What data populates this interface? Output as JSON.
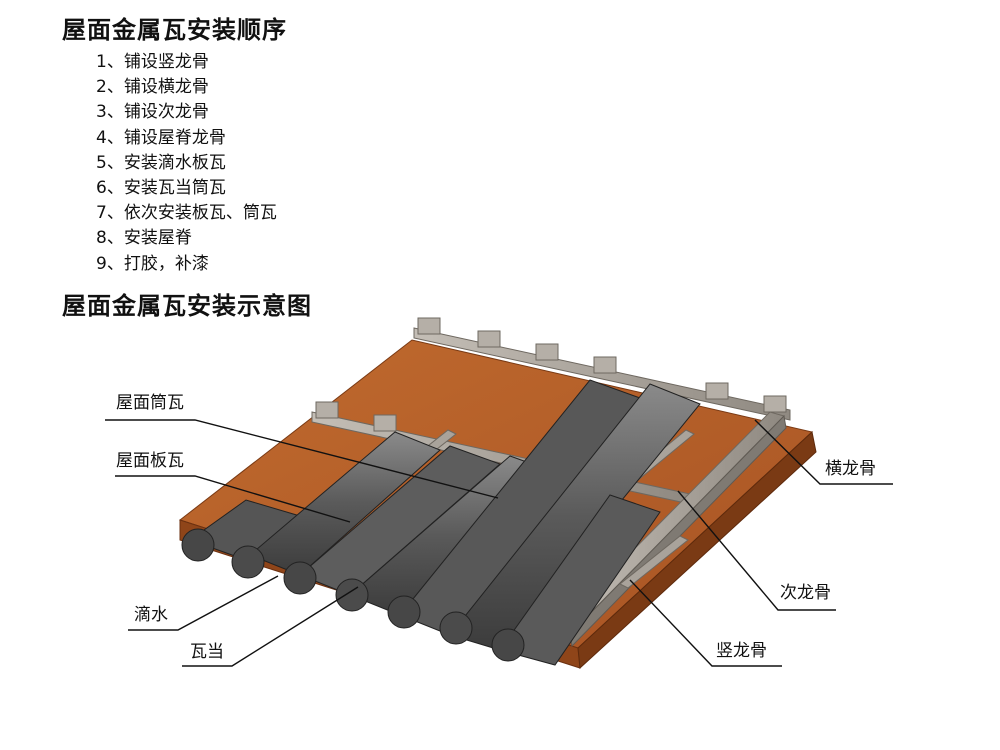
{
  "title": "屋面金属瓦安装顺序",
  "steps": [
    "1、铺设竖龙骨",
    "2、铺设横龙骨",
    "3、铺设次龙骨",
    "4、铺设屋脊龙骨",
    "5、安装滴水板瓦",
    "6、安装瓦当筒瓦",
    "7、依次安装板瓦、筒瓦",
    "8、安装屋脊",
    "9、打胶，补漆"
  ],
  "diagram_title": "屋面金属瓦安装示意图",
  "labels": {
    "tube_tile": "屋面筒瓦",
    "plate_tile": "屋面板瓦",
    "drip": "滴水",
    "eave_tile": "瓦当",
    "horizontal_keel": "横龙骨",
    "secondary_keel": "次龙骨",
    "vertical_keel": "竖龙骨"
  },
  "colors": {
    "wood_top": "#b8612a",
    "wood_side": "#93471c",
    "tile_dark": "#4f4f4f",
    "tile_light": "#7a7a7a",
    "keel": "#a9a39b"
  }
}
